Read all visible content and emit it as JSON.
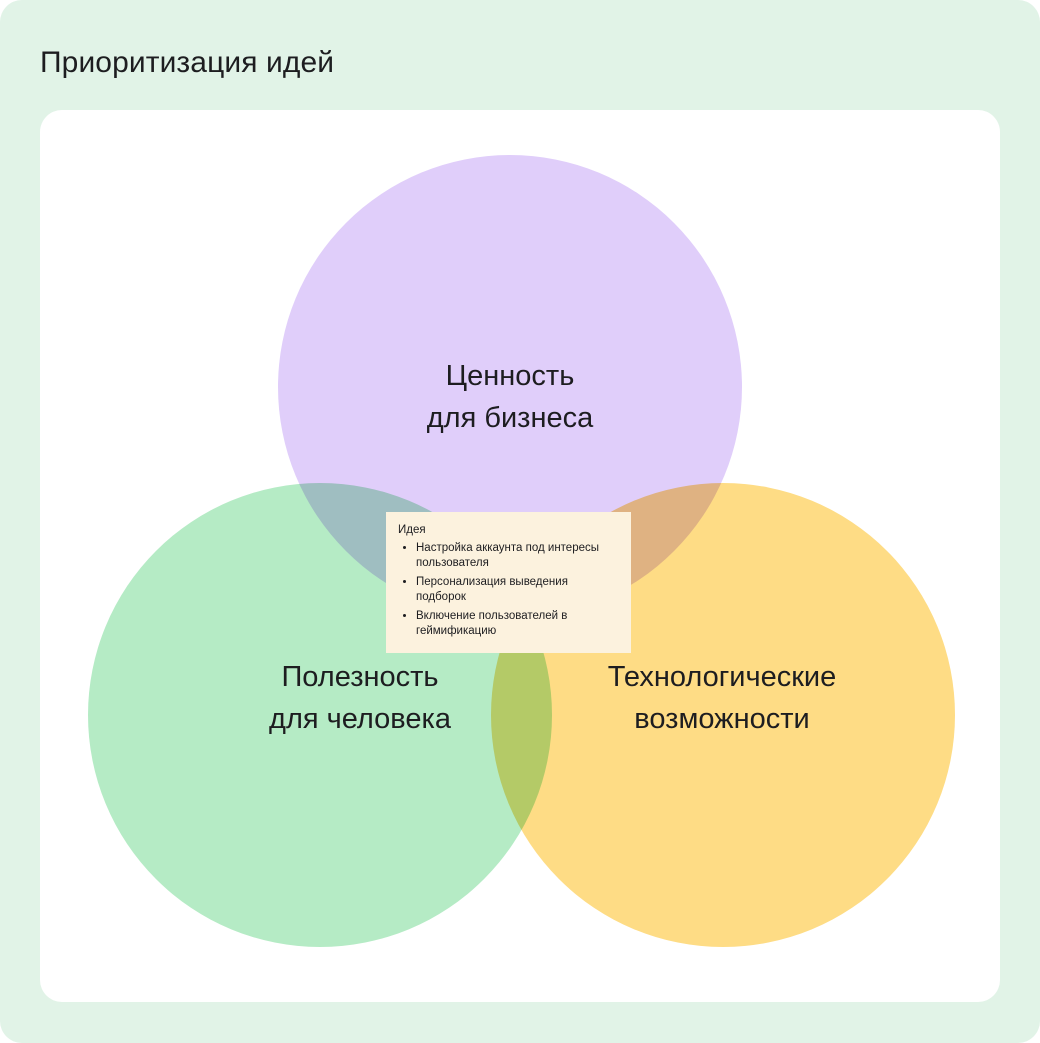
{
  "page": {
    "title": "Приоритизация идей",
    "background_color": "#e1f3e7",
    "board_color": "#ffffff"
  },
  "diagram": {
    "type": "venn",
    "circles": [
      {
        "id": "value",
        "label": "Ценность\nдля бизнеса",
        "color": "#e0cefa",
        "position": "top"
      },
      {
        "id": "useful",
        "label": "Полезность\nдля человека",
        "color": "#b5ebc5",
        "position": "bottom-left"
      },
      {
        "id": "tech",
        "label": "Технологические\nвозможности",
        "color": "#fedc85",
        "position": "bottom-right"
      }
    ],
    "overlap_colors": {
      "value_useful": "#b4bddc",
      "value_tech": "#e0bcc5",
      "useful_tech": "#d4d373",
      "center": "#c4b8ae"
    }
  },
  "idea_card": {
    "title": "Идея",
    "background_color": "#fcf2de",
    "items": [
      "Настройка аккаунта под интересы пользователя",
      "Персонализация выведения подборок",
      "Включение пользователей в геймификацию"
    ]
  }
}
